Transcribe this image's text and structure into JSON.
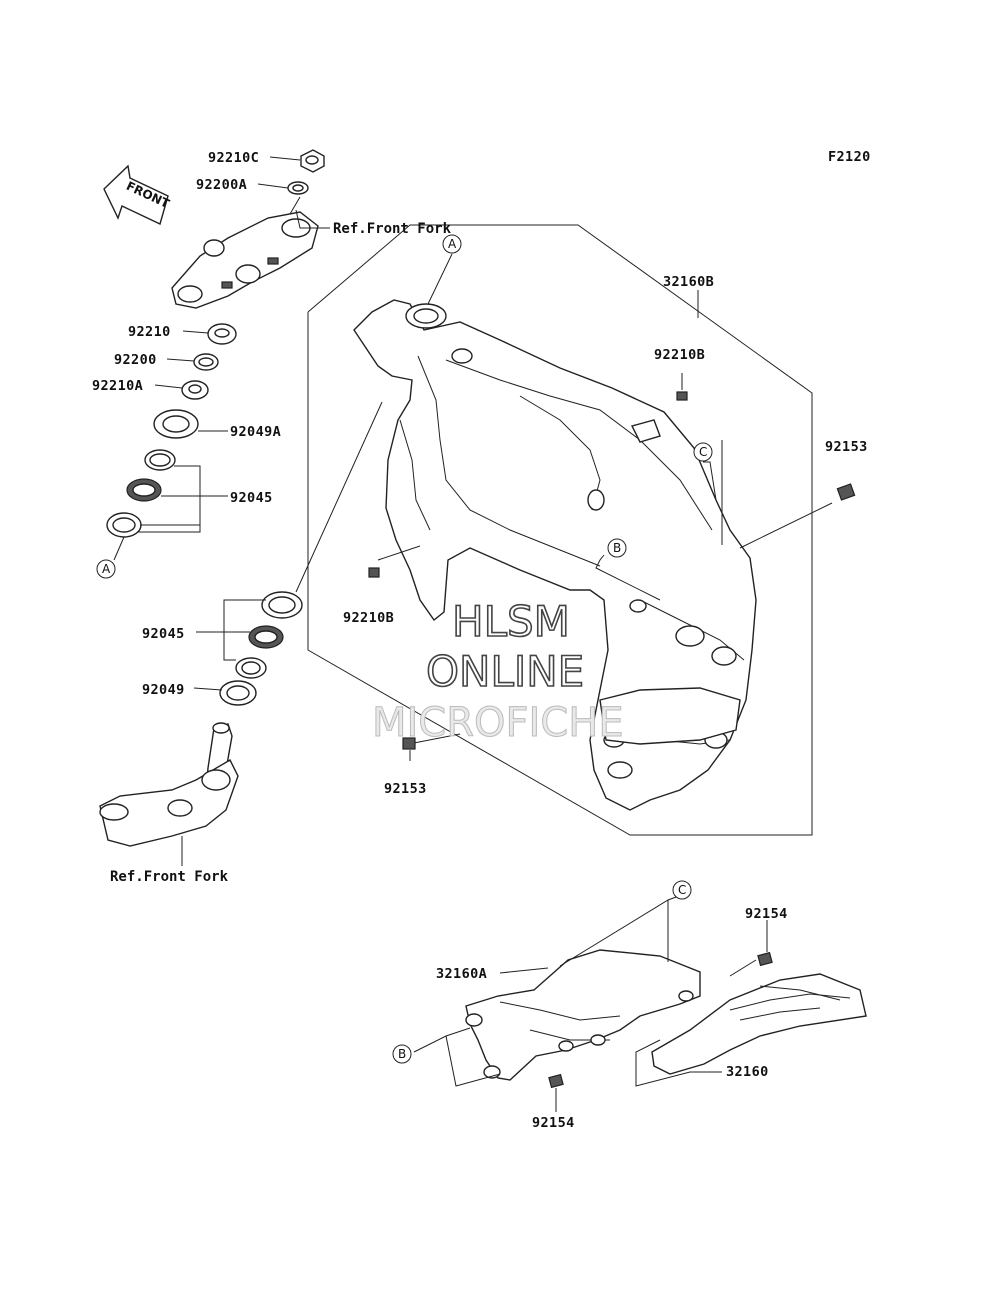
{
  "diagram_code": "F2120",
  "direction_label": "FRONT",
  "callouts": {
    "92210C": "92210C",
    "92200A": "92200A",
    "ref_front_fork_top": "Ref.Front Fork",
    "92210": "92210",
    "92200": "92200",
    "92210A": "92210A",
    "92049A": "92049A",
    "92045_top": "92045",
    "circle_a_left": "A",
    "92045_mid": "92045",
    "92049": "92049",
    "ref_front_fork_bottom": "Ref.Front Fork",
    "32160B": "32160B",
    "circle_a_frame": "A",
    "92210B_right": "92210B",
    "circle_c_frame": "C",
    "92153_right": "92153",
    "circle_b_frame": "B",
    "92210B_left": "92210B",
    "92153_bottom": "92153",
    "circle_c_sub": "C",
    "92154_top": "92154",
    "32160A": "32160A",
    "circle_b_sub": "B",
    "32160": "32160",
    "92154_bottom": "92154"
  },
  "watermark": {
    "line1": "HLSM",
    "line2": "ONLINE",
    "line3": "MICROFICHE"
  }
}
